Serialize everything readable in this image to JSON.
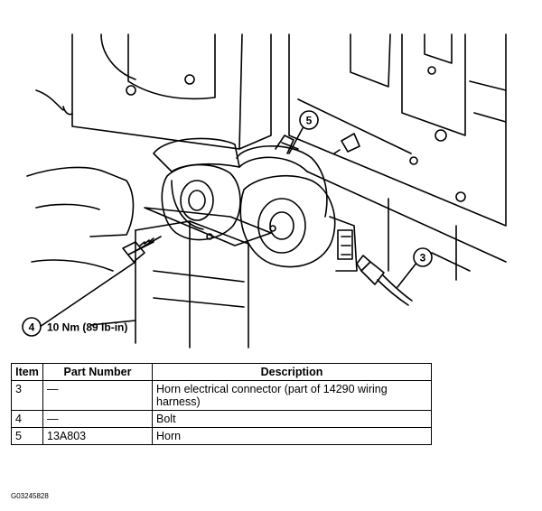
{
  "callouts": [
    {
      "number": "5"
    },
    {
      "number": "3"
    },
    {
      "number": "4",
      "spec": "10 Nm (89 lb-in)"
    }
  ],
  "table": {
    "headers": [
      "Item",
      "Part Number",
      "Description"
    ],
    "rows": [
      {
        "item": "3",
        "part_number": "—",
        "description": "Horn electrical connector (part of 14290 wiring harness)"
      },
      {
        "item": "4",
        "part_number": "—",
        "description": "Bolt"
      },
      {
        "item": "5",
        "part_number": "13A803",
        "description": "Horn"
      }
    ]
  },
  "figure_code": "G03245828"
}
